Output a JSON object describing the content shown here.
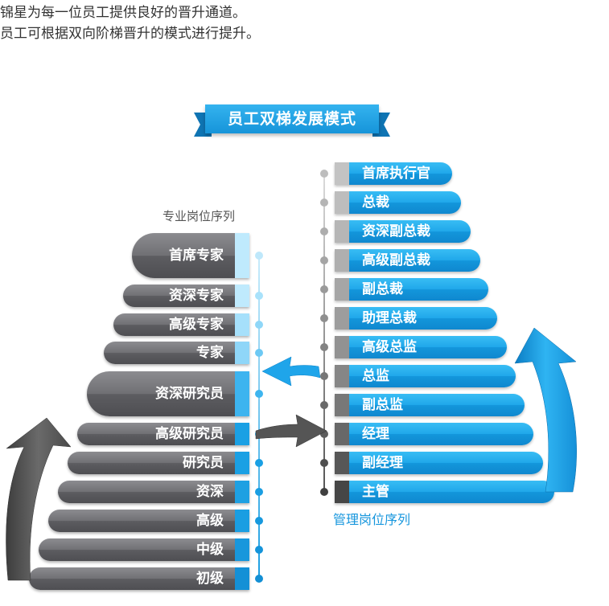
{
  "intro": {
    "line1": "锦星为每一位员工提供良好的晋升通道。",
    "line2": "员工可根据双向阶梯晋升的模式进行提升。"
  },
  "banner": {
    "title": "员工双梯发展模式"
  },
  "professional": {
    "title": "专业岗位序列",
    "levels": [
      "首席专家",
      "资深专家",
      "高级专家",
      "专家",
      "资深研究员",
      "高级研究员",
      "研究员",
      "资深",
      "高级",
      "中级",
      "初级"
    ]
  },
  "management": {
    "title": "管理岗位序列",
    "levels": [
      "首席执行官",
      "总裁",
      "资深副总裁",
      "高级副总裁",
      "副总裁",
      "助理总裁",
      "高级总监",
      "总监",
      "副总监",
      "经理",
      "副经理",
      "主管"
    ]
  },
  "colors": {
    "accent_blue": "#1a9ee2",
    "bar_gray": "#6a6a6e",
    "arrow_gray": "#565656",
    "light_blue": "#a8e2fb"
  },
  "icons": {
    "left_arrow": "big-gray-up-arrow-icon",
    "right_arrow": "big-blue-up-arrow-icon",
    "transfer_left": "blue-curved-arrow-icon",
    "transfer_right": "gray-curved-arrow-icon"
  }
}
